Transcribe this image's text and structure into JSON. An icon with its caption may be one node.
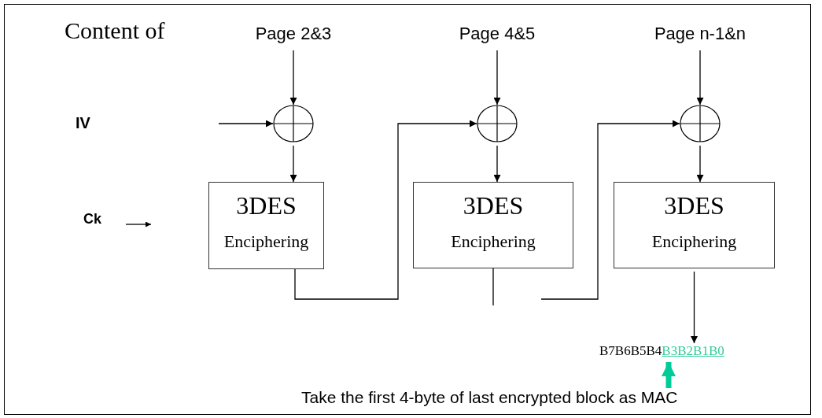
{
  "diagram": {
    "nodes": [
      {
        "text": [
          "Page 2&3"
        ]
      },
      {
        "text": [
          "Page 4&5"
        ]
      },
      {
        "text": [
          "Page n-1&n"
        ]
      },
      {
        "text": [],
        "shape": "circle"
      },
      {
        "text": [],
        "shape": "circle"
      },
      {
        "text": [],
        "shape": "circle"
      },
      {
        "text": [
          "3DES",
          "Enciphering"
        ]
      },
      {
        "text": [
          "3DES",
          "Enciphering"
        ]
      },
      {
        "text": [
          "3DES",
          "Enciphering"
        ]
      },
      {
        "text": [
          "B7B6B5B4",
          "B3B2B1B0"
        ]
      },
      {
        "text": [
          "Take the first 4-byte of last encrypted block as MAC"
        ]
      }
    ],
    "edges": [
      {
        "from": 0,
        "to": 3,
        "arrow": "to"
      },
      {
        "from": 1,
        "to": 4,
        "arrow": "to"
      },
      {
        "from": 2,
        "to": 5,
        "arrow": "to"
      },
      {
        "from": null,
        "to": 3,
        "arrow": "to"
      },
      {
        "from": 3,
        "to": 6,
        "arrow": "to"
      },
      {
        "from": 4,
        "to": 7,
        "arrow": "to"
      },
      {
        "from": 5,
        "to": 8,
        "arrow": "to"
      },
      {
        "from": 6,
        "to": 4,
        "arrow": "to"
      },
      {
        "from": 7,
        "to": null,
        "arrow": "none"
      },
      {
        "from": null,
        "to": 5,
        "arrow": "to"
      },
      {
        "from": 8,
        "to": 9,
        "arrow": "to"
      },
      {
        "from": 10,
        "to": 9,
        "arrow": "to",
        "style": "thick",
        "color": "#00cc99"
      }
    ],
    "labels": [
      "Content of",
      "IV",
      "Ck"
    ]
  }
}
